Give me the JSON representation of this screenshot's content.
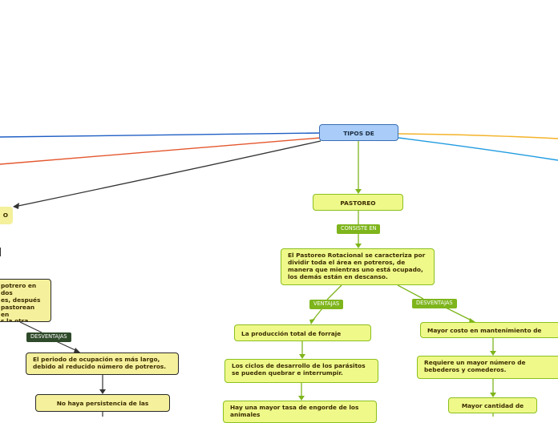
{
  "root": {
    "title": "TIPOS DE PASTOREO"
  },
  "rotational": {
    "title": "PASTOREO ROTACIONAL",
    "consiste_label": "CONSISTE EN",
    "definition": "El Pastoreo Rotacional se caracteriza por dividir toda el área en potreros, de manera que mientras uno está ocupado, los demás están en descanso.",
    "ventajas_label": "VENTAJAS",
    "desventajas_label": "DESVENTAJAS",
    "ventajas": [
      "La producción total de forraje aumenta",
      "Los ciclos de desarrollo de los parásitos se pueden quebrar e interrumpir.",
      "Hay una mayor tasa de engorde de los animales"
    ],
    "desventajas": [
      "Mayor costo en mantenimiento de cercas",
      "Requiere un mayor número de bebederos y comederos.",
      "Mayor cantidad de lotes"
    ]
  },
  "left_branch": {
    "title_fragment": "O",
    "description": "potrero en dos\nes, después\n pastorean en\ns la otra",
    "desventajas_label": "DESVENTAJAS",
    "desventajas": [
      "El periodo de ocupación es más largo, debido al reducido número de potreros.",
      "No haya  persistencia de las pasturas."
    ]
  },
  "colors": {
    "blue_link": "#1f5fc4",
    "orange_link": "#e4572e",
    "dark_link": "#333333",
    "gold_link": "#f4b32a",
    "cyan_link": "#1f9be0",
    "green_link": "#7eb51c"
  }
}
